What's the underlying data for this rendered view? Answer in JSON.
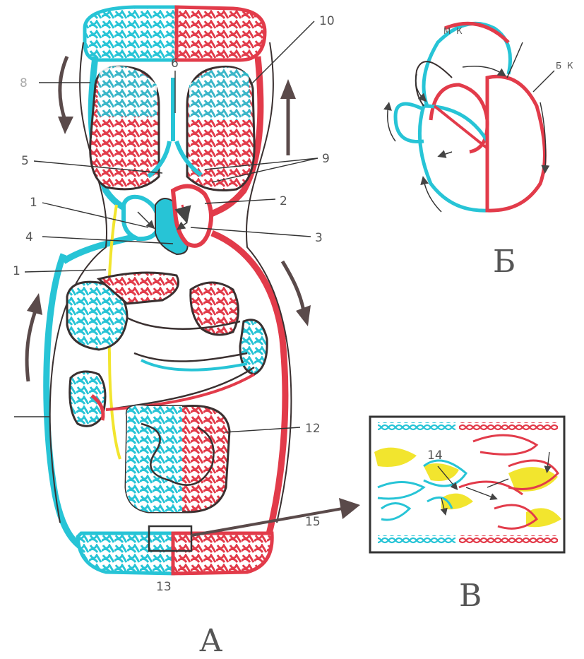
{
  "labels": {
    "n1a": "1",
    "n1b": "1",
    "n2": "2",
    "n3": "3",
    "n4": "4",
    "n5": "5",
    "n6": "6",
    "n8": "8",
    "n9": "9",
    "n10": "10",
    "n12": "12",
    "n13": "13",
    "n14": "14",
    "n15": "15",
    "panelA": "А",
    "panelB": "Б",
    "panelV": "В",
    "mk": "М К",
    "bk": "Б К"
  },
  "colors": {
    "venous": "#27c4d6",
    "arterial": "#e23b4a",
    "lymph": "#f2e52e",
    "outline": "#3a3030",
    "arrow": "#5a4a4a"
  }
}
